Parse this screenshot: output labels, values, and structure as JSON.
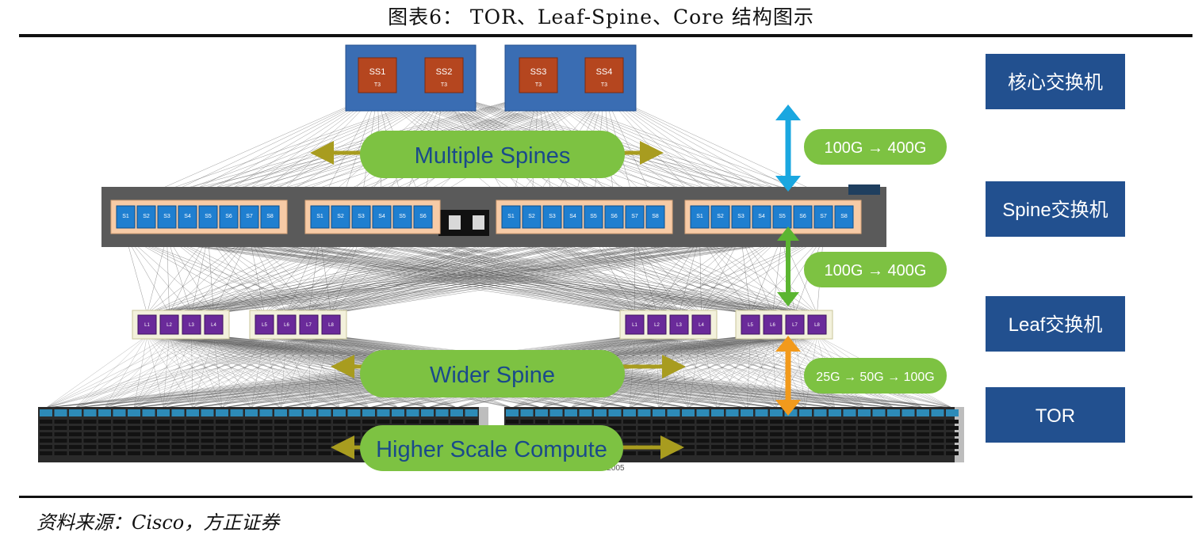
{
  "figure": {
    "title": "图表6：   TOR、Leaf-Spine、Core 结构图示",
    "source": "资料来源：Cisco，方正证券"
  },
  "core": {
    "switches": [
      {
        "label": "SS1",
        "sub": "T3"
      },
      {
        "label": "SS2",
        "sub": "T3"
      },
      {
        "label": "SS3",
        "sub": "T3"
      },
      {
        "label": "SS4",
        "sub": "T3"
      }
    ]
  },
  "spine_labels": [
    "S1",
    "S2",
    "S3",
    "S4",
    "S5",
    "S6",
    "S7",
    "S8"
  ],
  "leaf_labels": [
    "L1",
    "L2",
    "L3",
    "L4",
    "L5",
    "L6",
    "L7",
    "L8"
  ],
  "pills": {
    "multiple_spines": "Multiple Spines",
    "wider_spine": "Wider Spine",
    "higher_scale": "Higher Scale Compute"
  },
  "speeds": {
    "core_spine": "100G → 400G",
    "spine_leaf": "100G → 400G",
    "leaf_tor": "25G → 50G → 100G"
  },
  "legend": {
    "core": "核心交换机",
    "spine": "Spine交换机",
    "leaf": "Leaf交换机",
    "tor": "TOR"
  },
  "credit": "BRKDPT-2005",
  "colors": {
    "core_bg": "#3a6db3",
    "core_switch": "#b5461f",
    "spine_switch": "#1f7fd0",
    "leaf_switch": "#6a2a9a",
    "pill": "#7dc242",
    "legend_box": "#22508f",
    "arrow_olive": "#a89c1f",
    "arrow_cyan": "#1aa7e0",
    "arrow_green": "#5bb531",
    "arrow_orange": "#f29a1c"
  }
}
